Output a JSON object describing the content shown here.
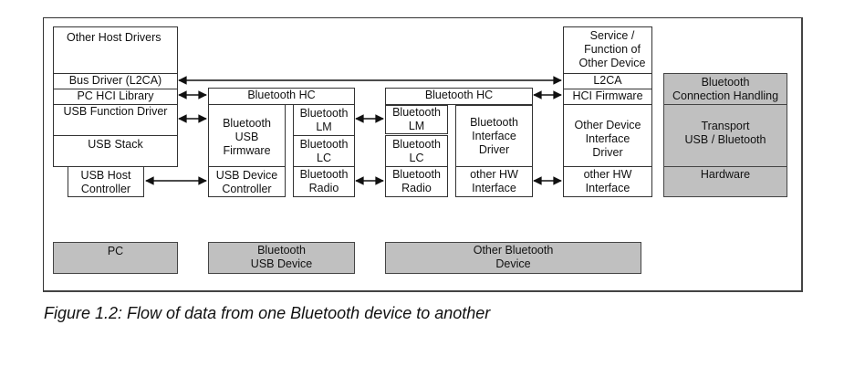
{
  "pc": {
    "other_host_drivers": "Other Host Drivers",
    "bus_driver": "Bus Driver (L2CA)",
    "hci_library": "PC HCI Library",
    "usb_function_driver": "USB Function Driver",
    "usb_stack": "USB Stack",
    "usb_host_controller": "USB Host\nController"
  },
  "bt_usb_device": {
    "hc_title": "Bluetooth HC",
    "usb_firmware": "Bluetooth\nUSB\nFirmware",
    "usb_device_controller": "USB Device\nController",
    "lm": "Bluetooth\nLM",
    "lc": "Bluetooth\nLC",
    "radio": "Bluetooth\nRadio"
  },
  "other_bt_hc": {
    "hc_title": "Bluetooth HC",
    "lm": "Bluetooth\nLM",
    "lc": "Bluetooth\nLC",
    "radio": "Bluetooth\nRadio",
    "interface_driver": "Bluetooth\nInterface\nDriver",
    "hw_interface": "other HW\nInterface"
  },
  "other_device": {
    "service": "Service /\nFunction of\nOther Device",
    "l2ca": "L2CA",
    "hci_firmware": "HCI Firmware",
    "interface_driver": "Other Device\nInterface\nDriver",
    "hw_interface": "other HW\nInterface"
  },
  "legend": {
    "connection_handling": "Bluetooth\nConnection Handling",
    "transport": "Transport\nUSB / Bluetooth",
    "hardware": "Hardware"
  },
  "groups": {
    "pc": "PC",
    "bt_usb_device": "Bluetooth\nUSB Device",
    "other_bt_device": "Other Bluetooth\nDevice"
  },
  "colors": {
    "layer_fill": "#c0c0c0",
    "line": "#333333"
  },
  "caption": "Figure 1.2:  Flow of data from one Bluetooth device to another"
}
